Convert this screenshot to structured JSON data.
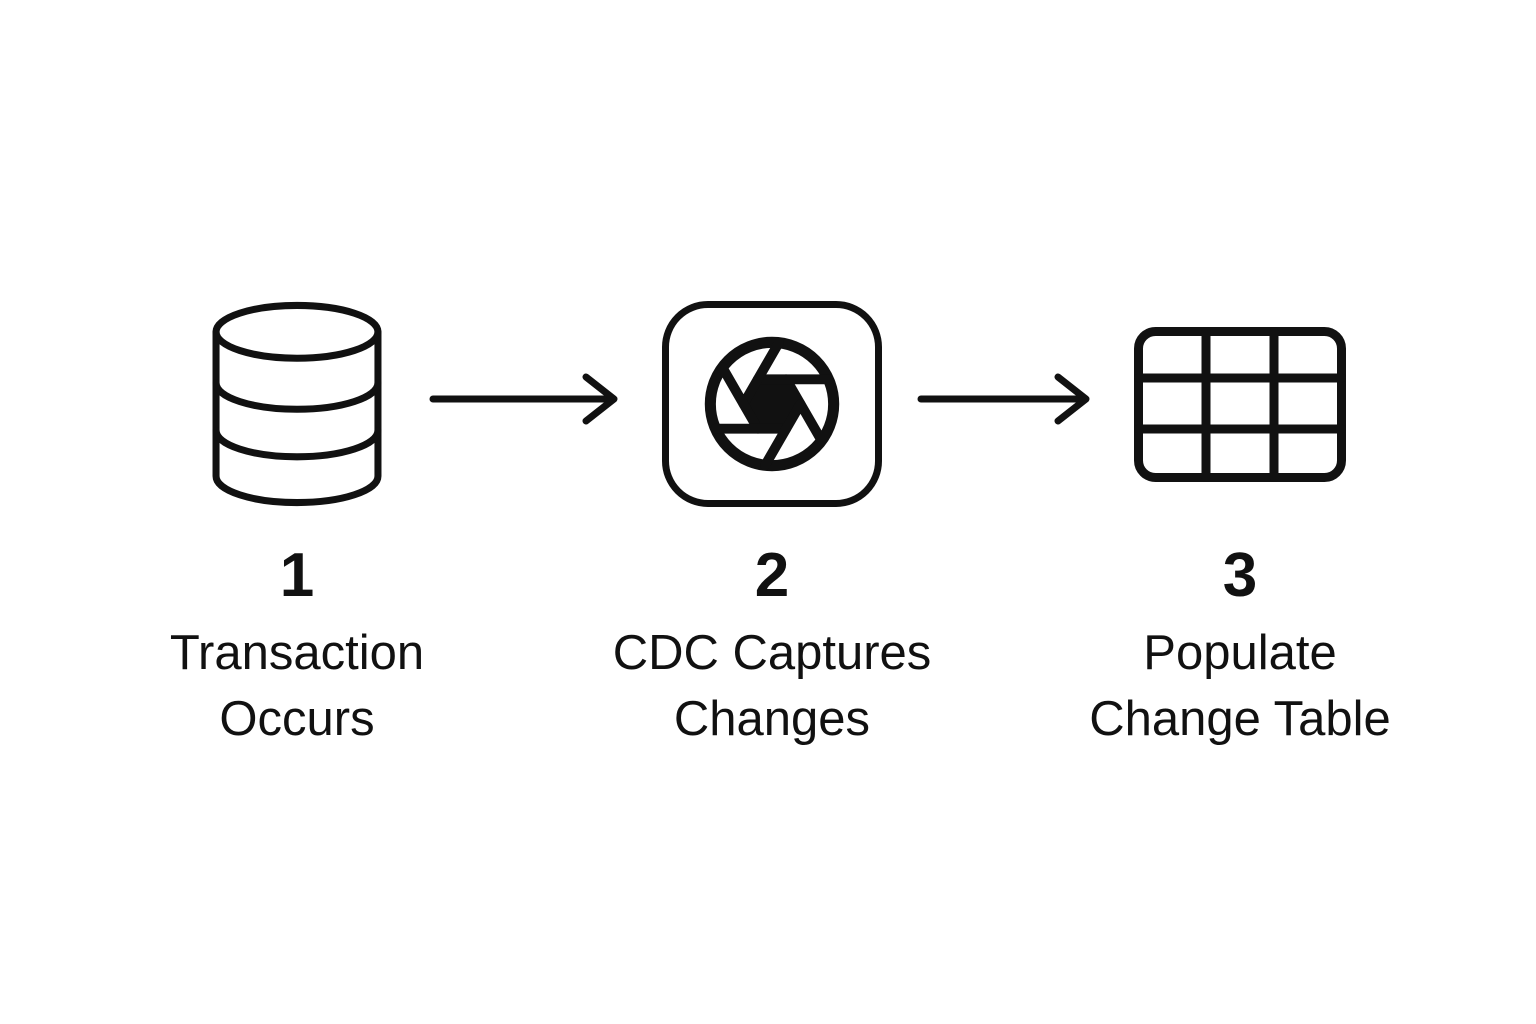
{
  "diagram": {
    "background_color": "#ffffff",
    "foreground_color": "#111111",
    "steps": [
      {
        "number": "1",
        "label": "Transaction\nOccurs",
        "icon": "database-icon"
      },
      {
        "number": "2",
        "label": "CDC Captures\nChanges",
        "icon": "aperture-icon"
      },
      {
        "number": "3",
        "label": "Populate\nChange Table",
        "icon": "table-grid-icon"
      }
    ],
    "connectors": [
      {
        "type": "arrow-right"
      },
      {
        "type": "arrow-right"
      }
    ]
  }
}
